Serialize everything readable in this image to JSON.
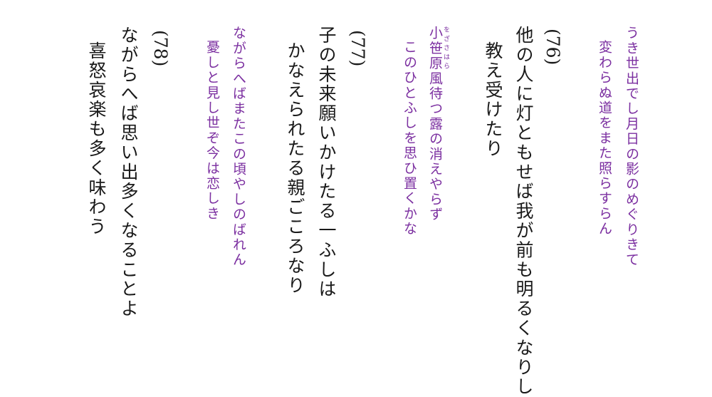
{
  "poems": [
    {
      "gloss": {
        "line1": "うき世出でし月日の影のめぐりきて",
        "line2": "変わらぬ道をまた照らすらん"
      }
    },
    {
      "number": "(76)",
      "main": {
        "line1": "他の人に灯ともせば我が前も明るくなりし",
        "line2": "教え受けたり"
      },
      "gloss": {
        "ruby_base": "小笹原",
        "ruby_reading": "をざさはら",
        "line1_rest": "風待つ露の消えやらず",
        "line2": "このひとふしを思ひ置くかな"
      }
    },
    {
      "number": "(77)",
      "main": {
        "line1": "子の未来願いかけたる一ふしは",
        "line2": "かなえられたる親ごころなり"
      },
      "gloss": {
        "line1": "ながらへばまたこの頃やしのばれん",
        "line2": "憂しと見し世ぞ今は恋しき"
      }
    },
    {
      "number": "(78)",
      "main": {
        "line1": "ながらへば思い出多くなることよ",
        "line2": "喜怒哀楽も多く味わう"
      }
    }
  ],
  "colors": {
    "main_text": "#1a1a1a",
    "gloss_text": "#7b2fa0"
  }
}
